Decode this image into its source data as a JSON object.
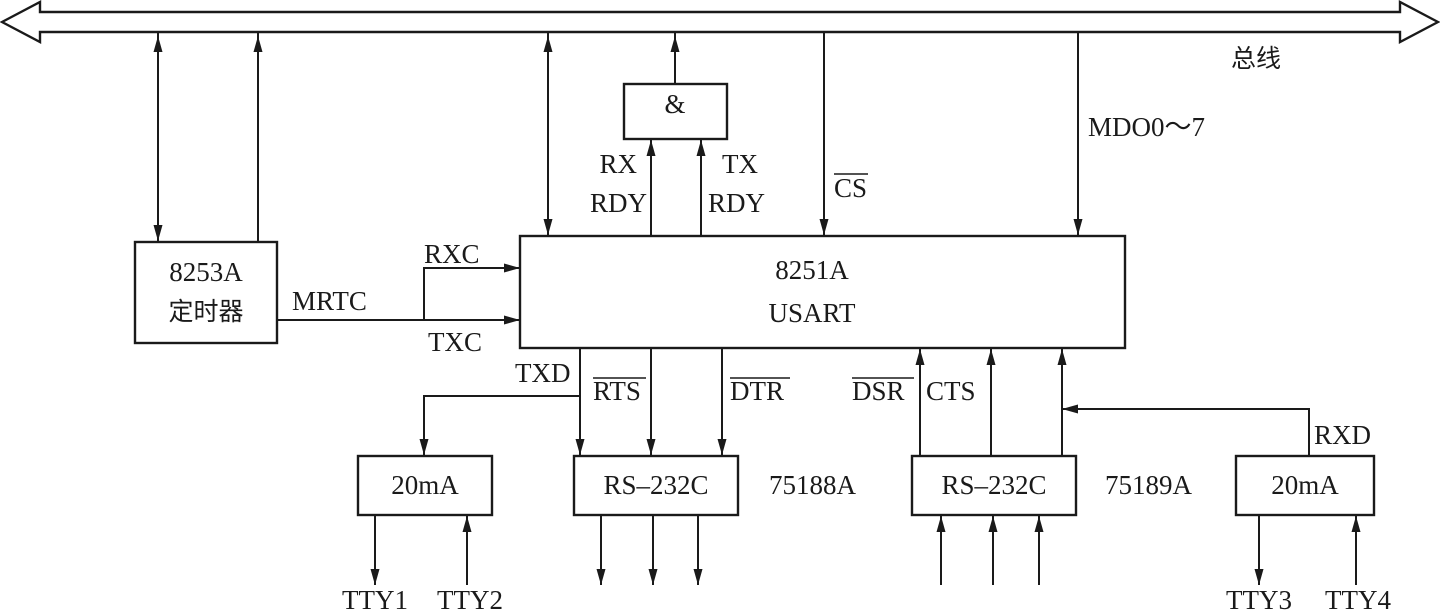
{
  "bus": {
    "label": "总线",
    "mdo_label": "MDO0～7"
  },
  "blocks": {
    "usart": {
      "line1": "8251A",
      "line2": "USART"
    },
    "timer": {
      "line1": "8253A",
      "line2": "定时器"
    },
    "and_gate": {
      "symbol": "&"
    },
    "tx_current_loop": {
      "label": "20mA"
    },
    "tx_rs232": {
      "label": "RS–232C"
    },
    "rx_rs232": {
      "label": "RS–232C"
    },
    "rx_current_loop": {
      "label": "20mA"
    }
  },
  "drivers": {
    "transmit": "75188A",
    "receive": "75189A"
  },
  "signals": {
    "rx": "RX",
    "rx_rdy": "RDY",
    "tx": "TX",
    "tx_rdy": "RDY",
    "cs": "CS",
    "rxc": "RXC",
    "txc": "TXC",
    "mrtc": "MRTC",
    "txd": "TXD",
    "rts": "RTS",
    "dtr": "DTR",
    "dsr": "DSR",
    "cts": "CTS",
    "rxd": "RXD"
  },
  "terminals": {
    "tty1": "TTY1",
    "tty2": "TTY2",
    "tty3": "TTY3",
    "tty4": "TTY4"
  }
}
